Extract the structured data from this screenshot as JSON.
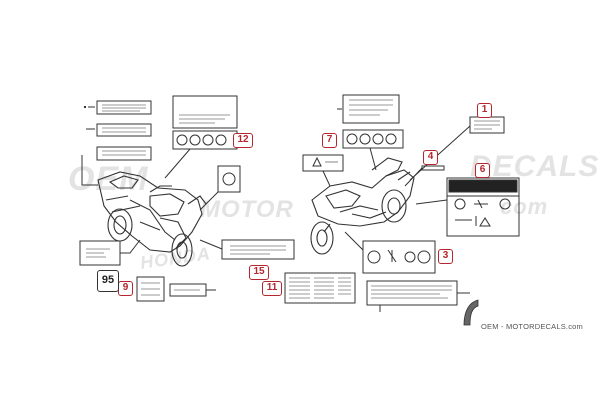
{
  "watermark": {
    "left_text": "OEM",
    "middle_text": "MOTOR",
    "right_text": "DECALS",
    "domain": "com",
    "side_text": "HONDA"
  },
  "brand_caption": "OEM - MOTORDECALS.com",
  "plate_number": "95",
  "callouts": [
    "1",
    "3",
    "4",
    "6",
    "7",
    "9",
    "11",
    "12",
    "15"
  ],
  "colors": {
    "callout": "#b5262d",
    "line": "#333333",
    "watermark": "#e3e3e3"
  },
  "icons": [
    "helmet-icon",
    "eye-protection-icon",
    "gloves-icon",
    "boots-icon",
    "manual-icon",
    "warning-triangle-icon",
    "rider-motorcycle-icon",
    "passenger-icon",
    "tyre-pressure-icon"
  ]
}
